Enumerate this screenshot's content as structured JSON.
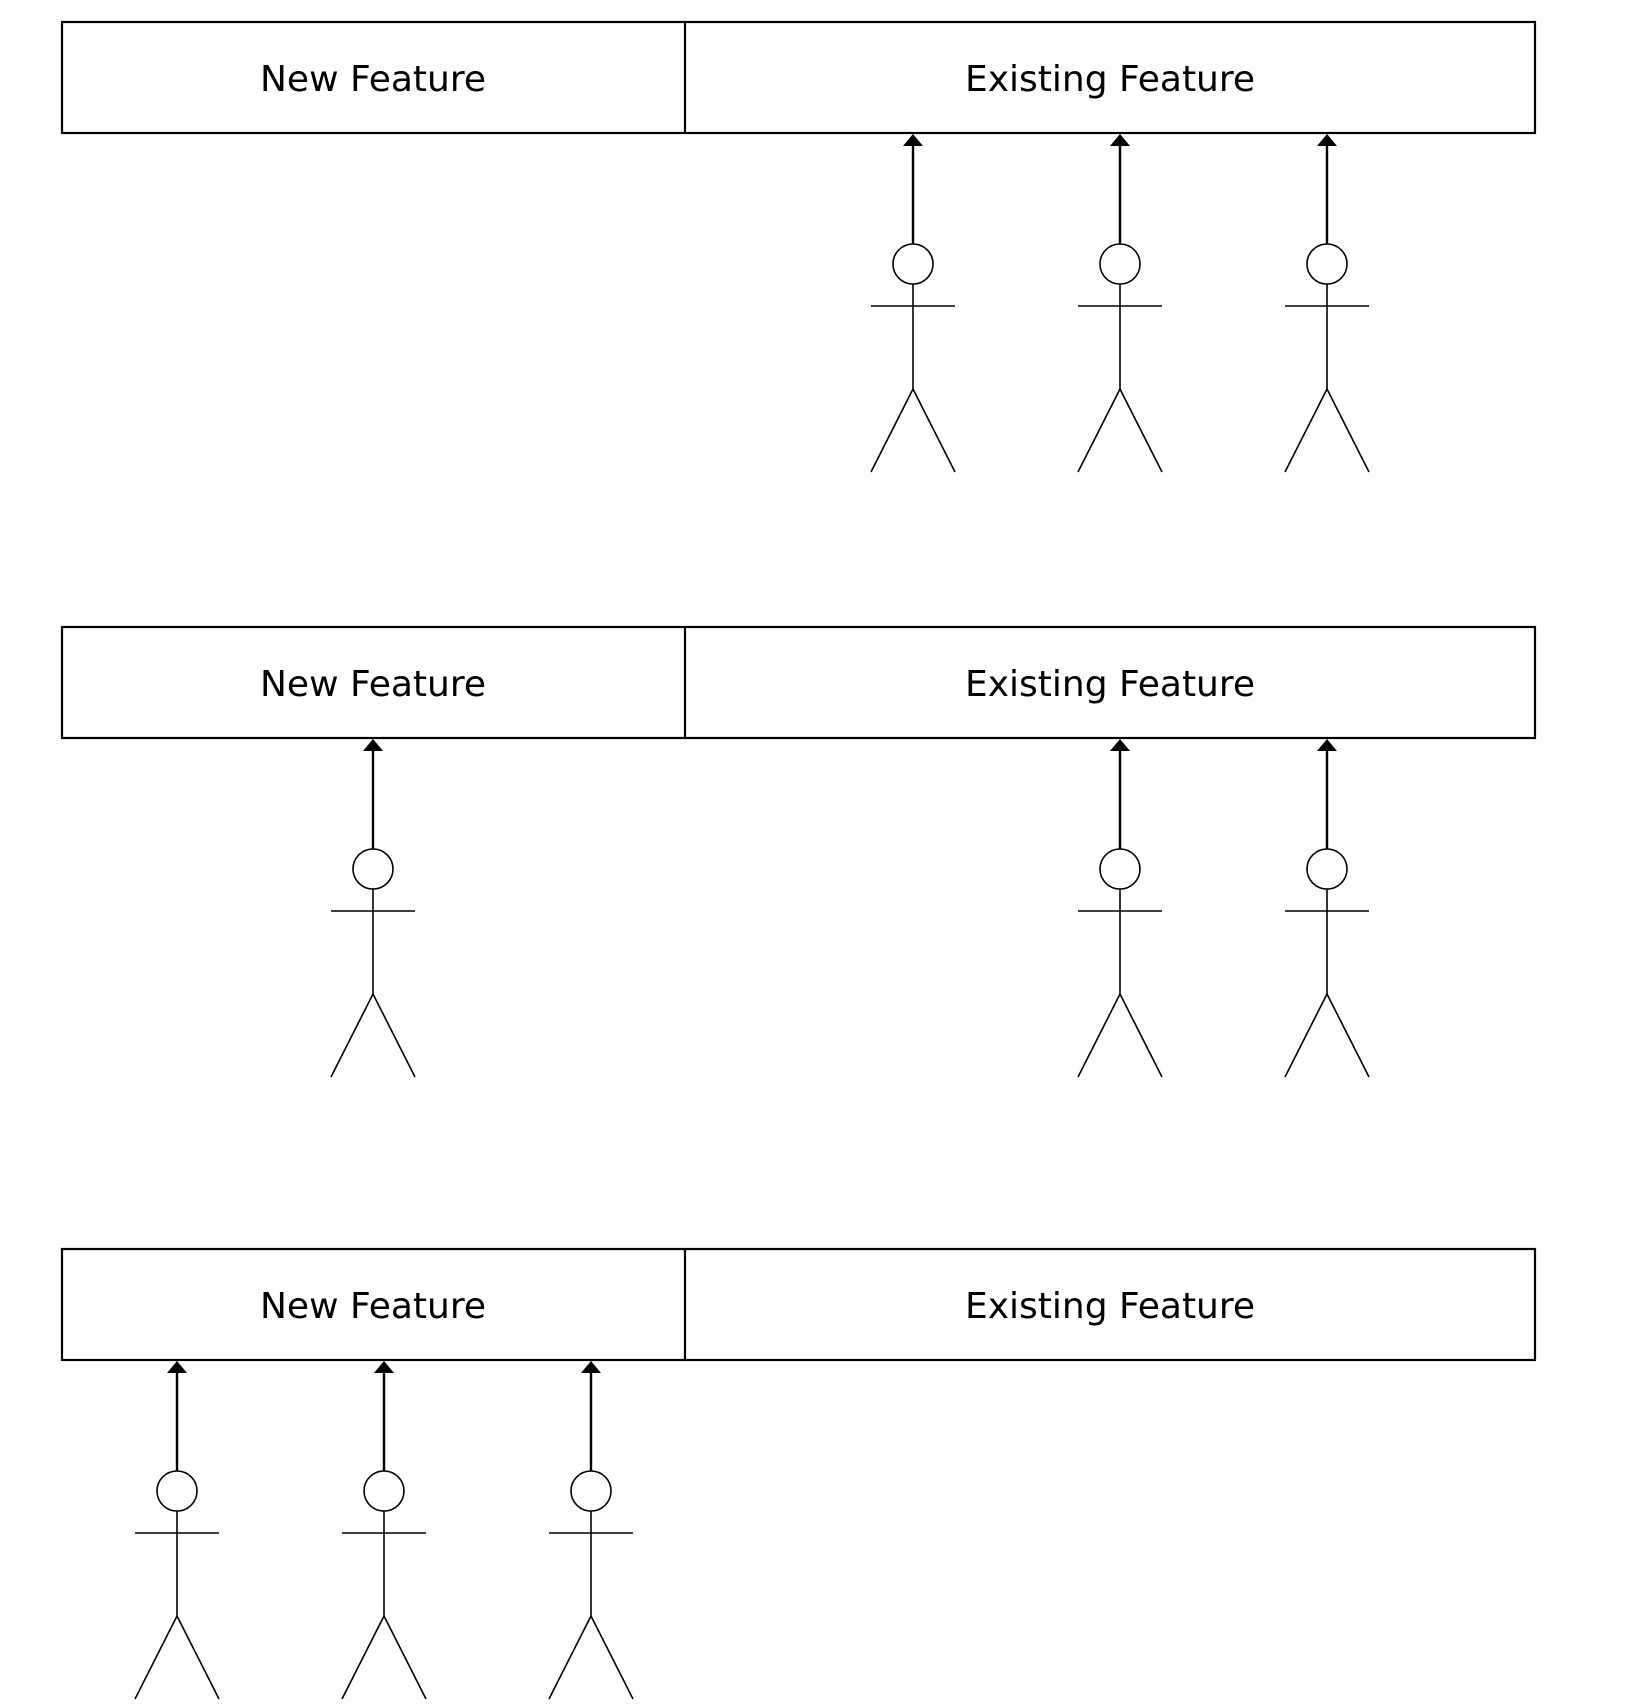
{
  "rows": [
    {
      "new_label": "New Feature",
      "existing_label": "Existing Feature",
      "users": [
        {
          "target": "existing"
        },
        {
          "target": "existing"
        },
        {
          "target": "existing"
        }
      ]
    },
    {
      "new_label": "New Feature",
      "existing_label": "Existing Feature",
      "users": [
        {
          "target": "new"
        },
        {
          "target": "existing"
        },
        {
          "target": "existing"
        }
      ]
    },
    {
      "new_label": "New Feature",
      "existing_label": "Existing Feature",
      "users": [
        {
          "target": "new"
        },
        {
          "target": "new"
        },
        {
          "target": "new"
        }
      ]
    }
  ]
}
